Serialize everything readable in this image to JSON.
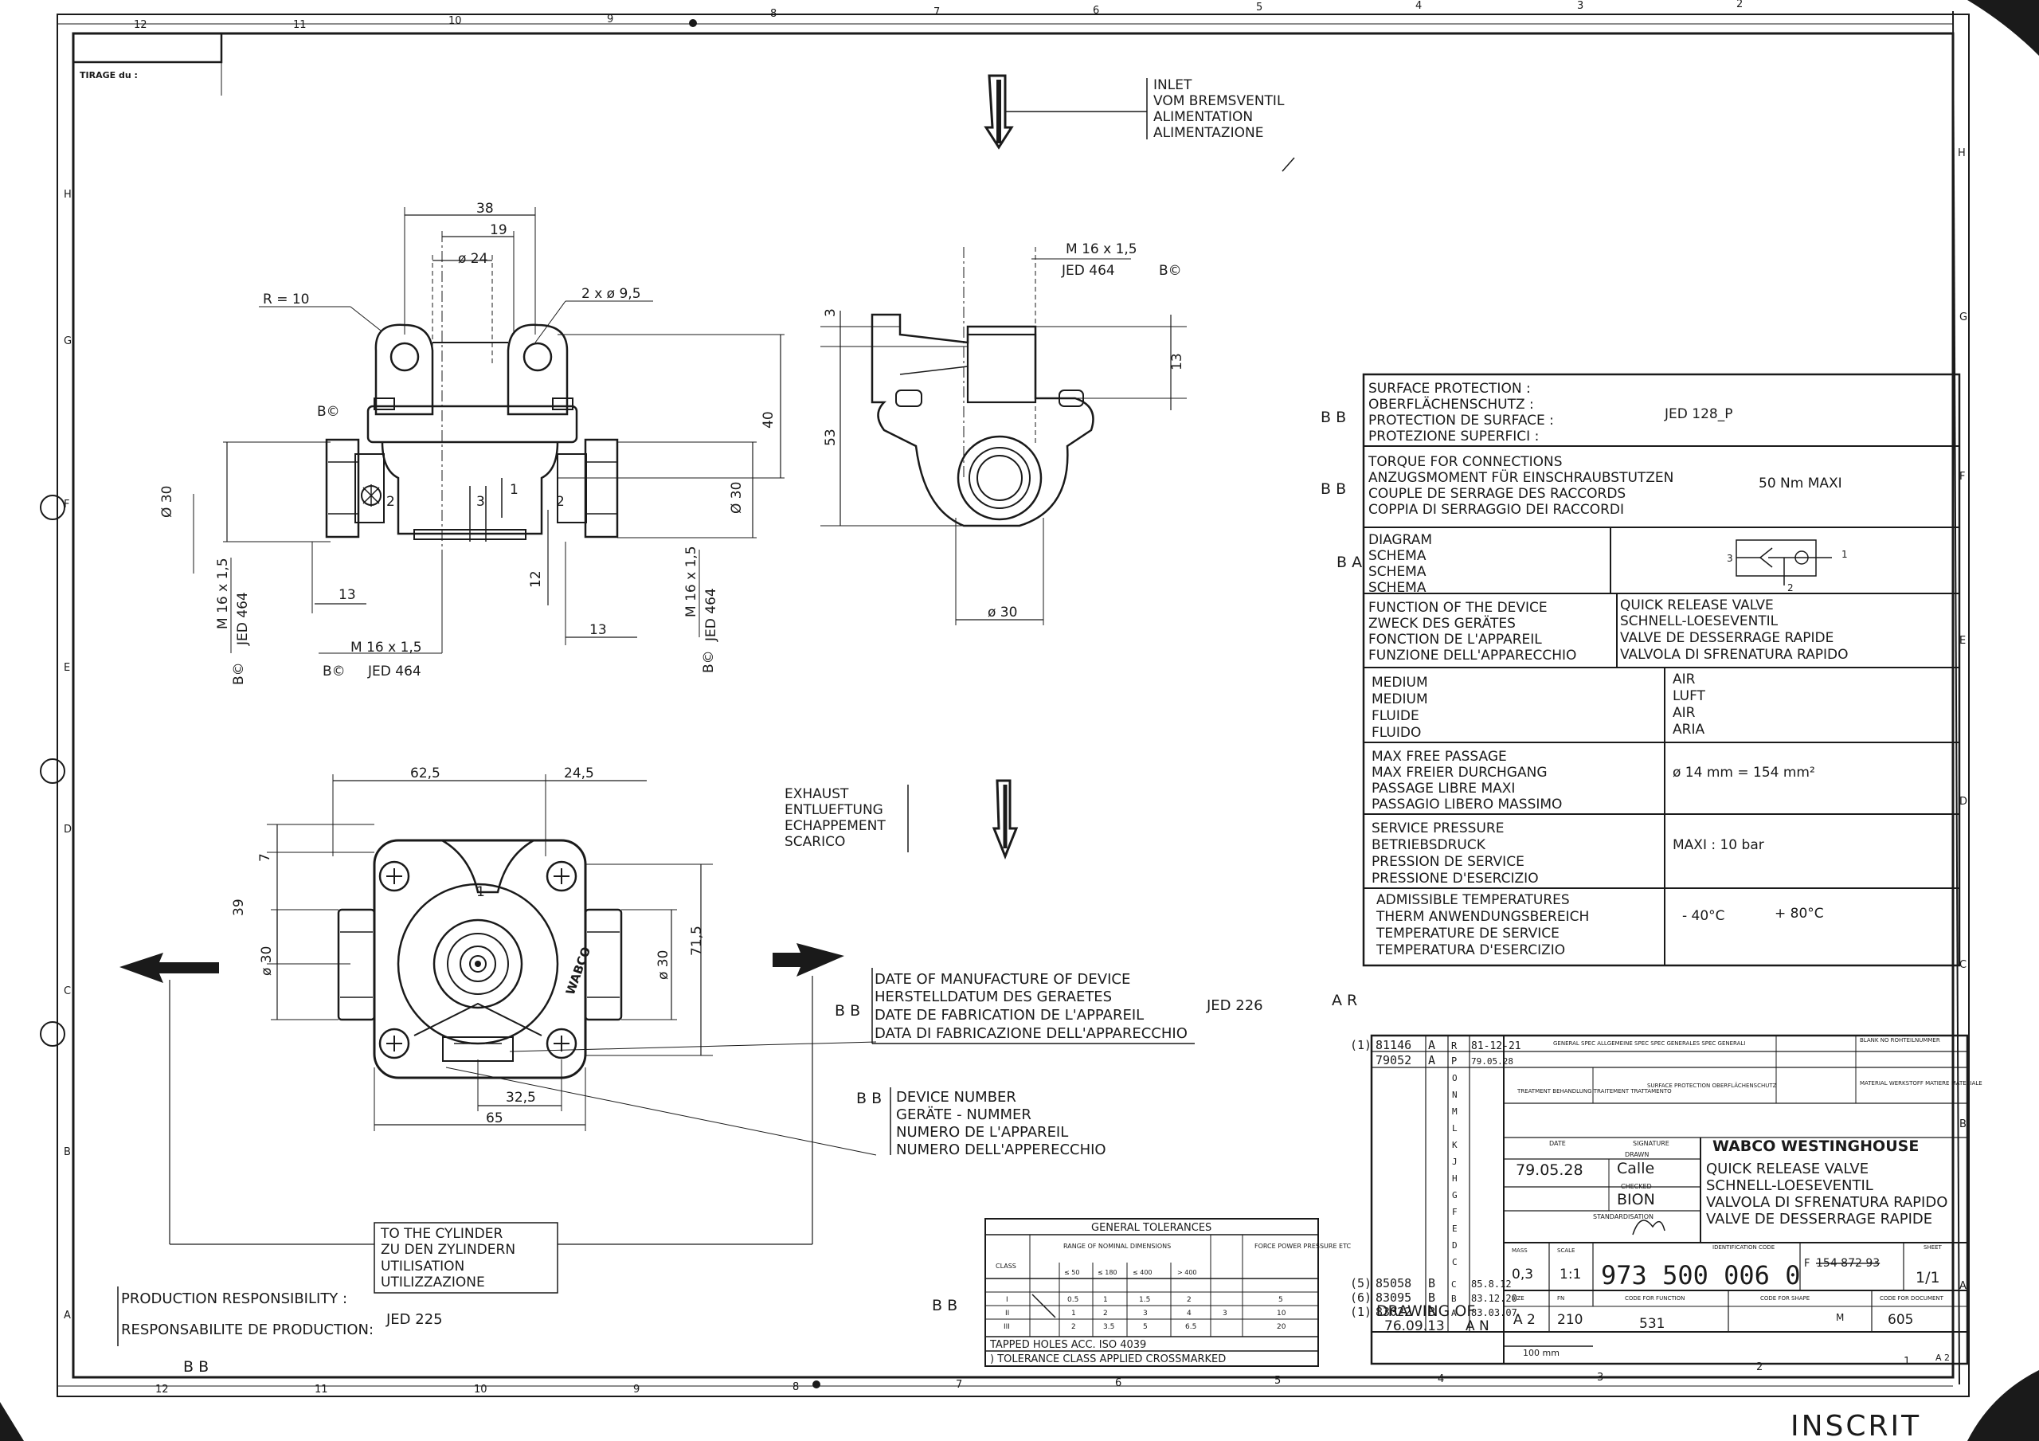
{
  "frame": {
    "top_numbers": [
      "12",
      "11",
      "10",
      "9",
      "8",
      "7",
      "6",
      "5",
      "4",
      "3",
      "2"
    ],
    "bottom_numbers": [
      "12",
      "11",
      "10",
      "9",
      "8",
      "7",
      "6",
      "5",
      "4",
      "3",
      "2",
      "1"
    ],
    "right_letters": [
      "H",
      "G",
      "F",
      "E",
      "D",
      "C",
      "B",
      "A"
    ],
    "left_letters": [
      "H",
      "G",
      "F",
      "E",
      "D",
      "C",
      "B",
      "A"
    ],
    "tirage_label": "TIRAGE du :",
    "inscrit": "INSCRIT"
  },
  "inlet": {
    "lines": [
      "INLET",
      "VOM BREMSVENTIL",
      "ALIMENTATION",
      "ALIMENTAZIONE"
    ]
  },
  "exhaust": {
    "lines": [
      "EXHAUST",
      "ENTLUEFTUNG",
      "ECHAPPEMENT",
      "SCARICO"
    ]
  },
  "front_view": {
    "dims": {
      "d38": "38",
      "d19": "19",
      "d24": "ø 24",
      "holes": "2 x ø 9,5",
      "radius": "R = 10",
      "d40": "40",
      "d30_left": "Ø 30",
      "d30_right": "Ø 30",
      "d12": "12",
      "d13a": "13",
      "d13b": "13"
    },
    "port_labels": {
      "p2a": "2",
      "p3": "3",
      "p1": "1",
      "p2b": "2"
    },
    "thread_left": "M 16 x 1,5",
    "jed_left": "JED 464",
    "thread_bottom": "M 16 x 1,5",
    "jed_bottom": "JED 464",
    "thread_right": "M 16 x 1,5",
    "jed_right": "JED 464",
    "mark_bc": "B©"
  },
  "side_view": {
    "thread": "M 16 x 1,5",
    "jed": "JED 464",
    "mark": "B©",
    "dims": {
      "d3": "3",
      "d13": "13",
      "d53": "53",
      "d30": "ø 30"
    }
  },
  "bottom_view": {
    "dims": {
      "d62": "62,5",
      "d24": "24,5",
      "d7": "7",
      "d39": "39",
      "d30l": "ø 30",
      "d30r": "ø 30",
      "d71": "71,5",
      "d32": "32,5",
      "d65": "65"
    },
    "brand": "WABCO",
    "port": "1"
  },
  "spec_table": {
    "surface": {
      "mark": "B B",
      "labels": [
        "SURFACE PROTECTION :",
        "OBERFLÄCHENSCHUTZ :",
        "PROTECTION DE SURFACE :",
        "PROTEZIONE SUPERFICI :"
      ],
      "value": "JED 128_P"
    },
    "torque": {
      "mark": "B B",
      "labels": [
        "TORQUE FOR CONNECTIONS",
        "ANZUGSMOMENT FÜR EINSCHRAUBSTUTZEN",
        "COUPLE DE SERRAGE DES RACCORDS",
        "COPPIA DI SERRAGGIO DEI RACCORDI"
      ],
      "value": "50 Nm MAXI"
    },
    "diagram": {
      "mark": "B A",
      "labels": [
        "DIAGRAM",
        "SCHEMA",
        "SCHEMA",
        "SCHEMA"
      ],
      "ports": [
        "3",
        "1",
        "2"
      ]
    },
    "function": {
      "labels": [
        "FUNCTION OF THE DEVICE",
        "ZWECK DES GERÄTES",
        "FONCTION DE L'APPAREIL",
        "FUNZIONE DELL'APPARECCHIO"
      ],
      "values": [
        "QUICK RELEASE VALVE",
        "SCHNELL-LOESEVENTIL",
        "VALVE DE DESSERRAGE RAPIDE",
        "VALVOLA DI SFRENATURA RAPIDO"
      ]
    },
    "medium": {
      "labels": [
        "MEDIUM",
        "MEDIUM",
        "FLUIDE",
        "FLUIDO"
      ],
      "values": [
        "AIR",
        "LUFT",
        "AIR",
        "ARIA"
      ]
    },
    "passage": {
      "labels": [
        "MAX FREE PASSAGE",
        "MAX FREIER DURCHGANG",
        "PASSAGE LIBRE MAXI",
        "PASSAGIO LIBERO MASSIMO"
      ],
      "value": "ø 14 mm = 154 mm²"
    },
    "pressure": {
      "labels": [
        "SERVICE PRESSURE",
        "BETRIEBSDRUCK",
        "PRESSION DE SERVICE",
        "PRESSIONE D'ESERCIZIO"
      ],
      "value": "MAXI : 10 bar"
    },
    "temps": {
      "labels": [
        "ADMISSIBLE TEMPERATURES",
        "THERM ANWENDUNGSBEREICH",
        "TEMPERATURE DE SERVICE",
        "TEMPERATURA D'ESERCIZIO"
      ],
      "value_low": "- 40°C",
      "value_high": "+ 80°C"
    }
  },
  "manufacture": {
    "mark": "B B",
    "lines": [
      "DATE OF MANUFACTURE OF DEVICE",
      "HERSTELLDATUM DES GERAETES",
      "DATE DE FABRICATION DE L'APPAREIL",
      "DATA DI FABRICAZIONE DELL'APPARECCHIO"
    ],
    "value": "JED 226",
    "ar": "A R"
  },
  "device_number": {
    "mark": "B B",
    "lines": [
      "DEVICE NUMBER",
      "GERÄTE - NUMMER",
      "NUMERO DE L'APPAREIL",
      "NUMERO DELL'APPERECCHIO"
    ]
  },
  "cylinder": {
    "lines": [
      "TO THE CYLINDER",
      "ZU DEN ZYLINDERN",
      "UTILISATION",
      "UTILIZZAZIONE"
    ]
  },
  "production": {
    "lines": [
      "PRODUCTION RESPONSIBILITY :",
      "RESPONSABILITE DE PRODUCTION:"
    ],
    "value": "JED 225",
    "mark": "B B",
    "mark2": "B B"
  },
  "tolerances": {
    "title": "GENERAL TOLERANCES",
    "col_class": "CLASS",
    "col_range": "RANGE OF NOMINAL DIMENSIONS",
    "col_force": "FORCE POWER PRESSURE ETC",
    "range_heads": [
      "≤ 50",
      "≤ 180",
      "≤ 400",
      "> 400"
    ],
    "rows": [
      [
        "I",
        "0.5",
        "1",
        "1.5",
        "2",
        "",
        "5"
      ],
      [
        "II",
        "1",
        "2",
        "3",
        "4",
        "3",
        "10"
      ],
      [
        "III",
        "2",
        "3.5",
        "5",
        "6.5",
        "",
        "20"
      ]
    ],
    "foot1": "TAPPED HOLES ACC. ISO 4039",
    "foot2": ") TOLERANCE CLASS APPLIED CROSSMARKED"
  },
  "title_block": {
    "rev_rows": [
      [
        "(1)",
        "81146",
        "A",
        "R",
        "81-12-21"
      ],
      [
        "",
        "79052",
        "A",
        "P",
        "79.05.28"
      ]
    ],
    "rev_letters": [
      "O",
      "N",
      "M",
      "L",
      "K",
      "J",
      "H",
      "G",
      "F",
      "E",
      "D",
      "C"
    ],
    "changes": [
      [
        "(5)",
        "85058",
        "B",
        "C",
        "85.8.12"
      ],
      [
        "(6)",
        "83095",
        "B",
        "B",
        "83.12.20"
      ],
      [
        "(1)",
        "83022",
        "B",
        "A",
        "83.03.07"
      ]
    ],
    "header_small": [
      "GENERAL SPEC  ALLGEMEINE SPEC  SPEC GENERALES  SPEC GENERALI",
      "BLANK NO  ROHTEILNUMMER",
      "TREATMENT  BEHANDLUNG  TRAITEMENT  TRATTAMENTO",
      "SURFACE PROTECTION  OBERFLÄCHENSCHUTZ",
      "MATERIAL  WERKSTOFF  MATIERE  MATERIALE"
    ],
    "date_label": "DATE",
    "signature_label": "SIGNATURE",
    "drawn_label": "DRAWN",
    "drawn_date": "79.05.28",
    "drawn_by": "Calle",
    "checked_label": "CHECKED",
    "checked_by": "BION",
    "standard_label": "STANDARDISATION",
    "company": "WABCO WESTINGHOUSE",
    "title_lines": [
      "QUICK RELEASE VALVE",
      "SCHNELL-LOESEVENTIL",
      "VALVOLA DI SFRENATURA RAPIDO",
      "VALVE DE DESSERRAGE RAPIDE"
    ],
    "mass_label": "MASS",
    "mass": "0,3",
    "scale_label": "SCALE",
    "scale": "1:1",
    "ident_label": "IDENTIFICATION CODE",
    "part_number": "973 500 006 0",
    "f_label": "F",
    "old_number": "154 872 93",
    "sheet_label": "SHEET",
    "sheet": "1/1",
    "drawing_of_label": "DRAWING OF",
    "drawing_date": "76.09.13",
    "drawing_rev": "A N",
    "size_label": "SIZE",
    "size": "A 2",
    "fn_label": "FN",
    "fn": "210",
    "code_fn_label": "CODE FOR FUNCTION",
    "code_fn": "531",
    "code_shape_label": "CODE FOR SHAPE",
    "code_doc_label": "CODE FOR DOCUMENT",
    "m_label": "M",
    "code_doc": "605",
    "scale_bar": "100 mm",
    "format": "A 2"
  }
}
